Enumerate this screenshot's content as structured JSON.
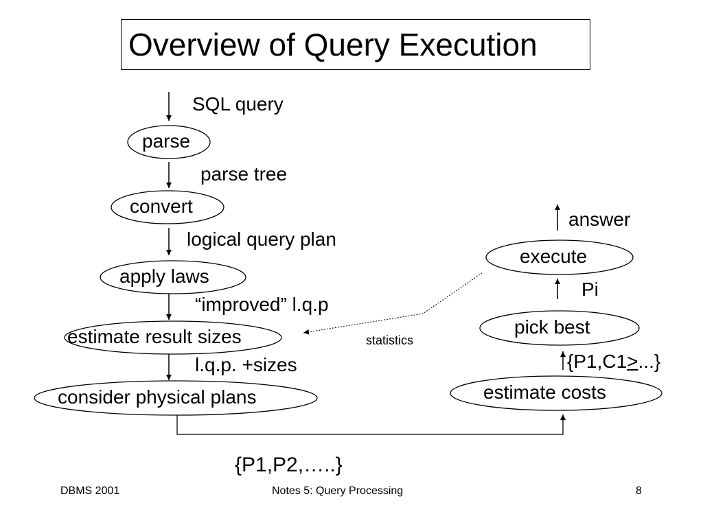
{
  "title": "Overview of Query Execution",
  "nodes": {
    "parse": "parse",
    "convert": "convert",
    "apply_laws": "apply laws",
    "estimate_sizes": "estimate result sizes",
    "consider_plans": "consider physical plans",
    "estimate_costs": "estimate costs",
    "pick_best": "pick best",
    "execute": "execute"
  },
  "edge_labels": {
    "sql_query": "SQL query",
    "parse_tree": "parse tree",
    "logical_query_plan": "logical query plan",
    "improved_lqp": "“improved” l.q.p",
    "lqp_sizes": "l.q.p. +sizes",
    "answer": "answer",
    "pi": "Pi",
    "plans_costs_prefix": "{P1,C1",
    "plans_costs_ge": ">",
    "plans_costs_suffix": "...}",
    "statistics": "statistics",
    "plans_set": "{P1,P2,…..}"
  },
  "footer": {
    "left": "DBMS 2001",
    "center": "Notes 5: Query Processing",
    "page": "8"
  }
}
